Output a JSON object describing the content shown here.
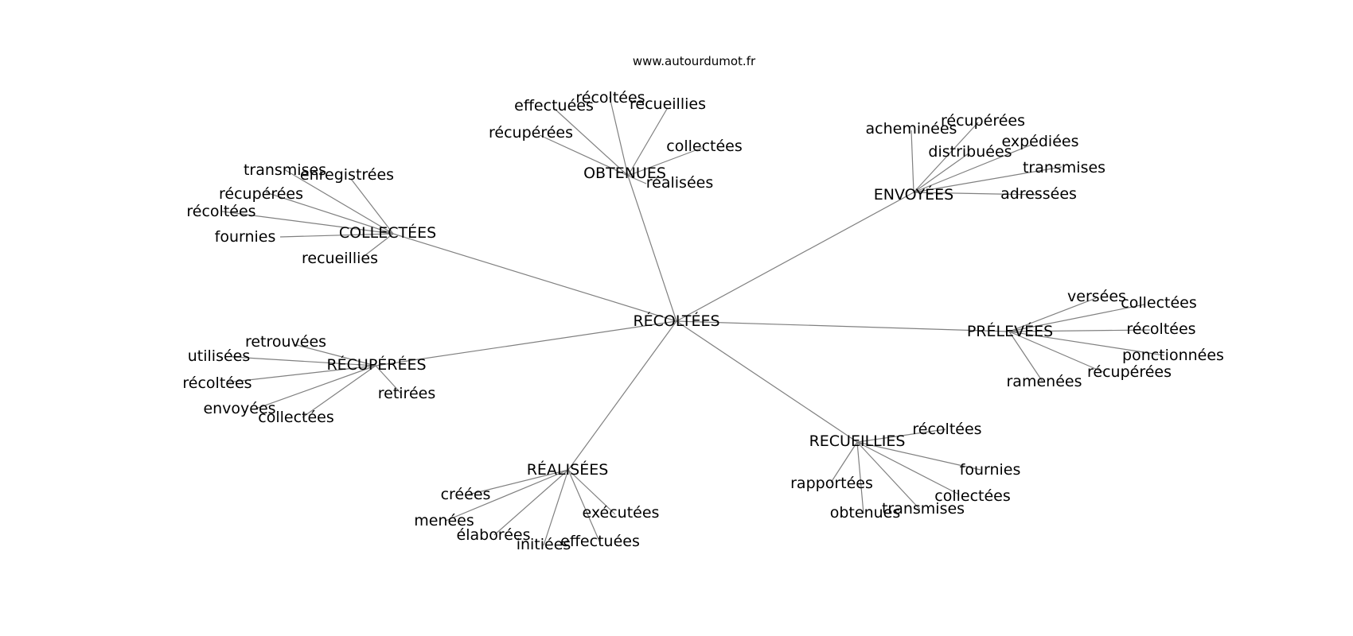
{
  "credit": "www.autourdumot.fr",
  "center": {
    "label": "RÉCOLTÉES"
  },
  "hubs": [
    {
      "id": "obtenues",
      "label": "OBTENUES",
      "leaves": [
        "effectuées",
        "récoltées",
        "recueillies",
        "récupérées",
        "collectées",
        "réalisées"
      ]
    },
    {
      "id": "envoyees",
      "label": "ENVOYÉES",
      "leaves": [
        "acheminées",
        "récupérées",
        "expédiées",
        "distribuées",
        "transmises",
        "adressées"
      ]
    },
    {
      "id": "collectees",
      "label": "COLLECTÉES",
      "leaves": [
        "transmises",
        "enregistrées",
        "récupérées",
        "récoltées",
        "fournies",
        "recueillies"
      ]
    },
    {
      "id": "prelevees",
      "label": "PRÉLEVÉES",
      "leaves": [
        "versées",
        "collectées",
        "récoltées",
        "ponctionnées",
        "récupérées",
        "ramenées"
      ]
    },
    {
      "id": "recuperees",
      "label": "RÉCUPÉRÉES",
      "leaves": [
        "retrouvées",
        "utilisées",
        "récoltées",
        "envoyées",
        "collectées",
        "retirées"
      ]
    },
    {
      "id": "recueillies",
      "label": "RECUEILLIES",
      "leaves": [
        "récoltées",
        "fournies",
        "rapportées",
        "collectées",
        "transmises",
        "obtenues"
      ]
    },
    {
      "id": "realisees",
      "label": "RÉALISÉES",
      "leaves": [
        "créées",
        "menées",
        "élaborées",
        "initiées",
        "effectuées",
        "exécutées"
      ]
    }
  ]
}
